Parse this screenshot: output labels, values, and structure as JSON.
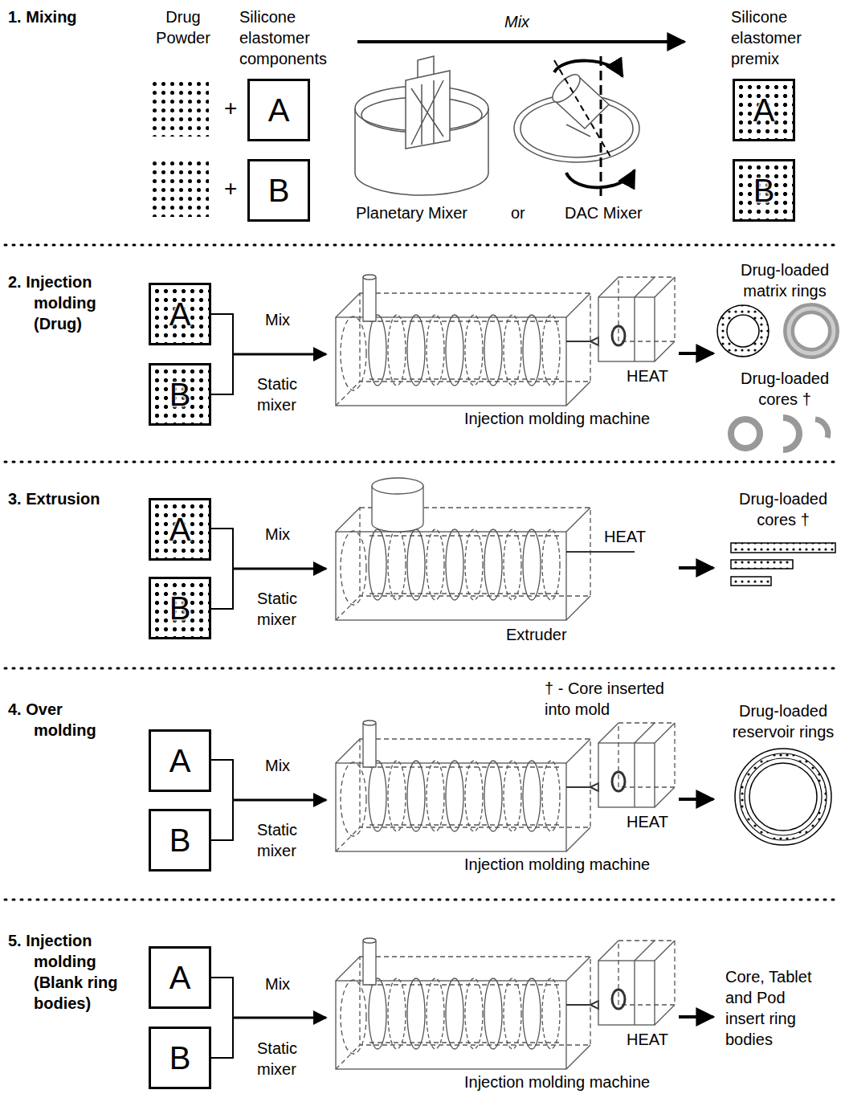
{
  "diagram": {
    "nodes": [
      {
        "text": [
          "A"
        ]
      },
      {
        "text": [
          "B"
        ]
      },
      {
        "text": [
          "A"
        ]
      },
      {
        "text": [
          "B"
        ]
      },
      {
        "text": [
          "A"
        ]
      },
      {
        "text": [
          "B"
        ]
      },
      {
        "text": [
          "A"
        ]
      },
      {
        "text": [
          "B"
        ]
      },
      {
        "text": [
          "A"
        ]
      },
      {
        "text": [
          "B"
        ]
      },
      {
        "text": [
          "A"
        ]
      },
      {
        "text": [
          "B"
        ]
      }
    ],
    "labels": [
      "1. Mixing",
      "Drug Powder",
      "Silicone elastomer components",
      "Mix",
      "Silicone elastomer premix",
      "+",
      "+",
      "Planetary Mixer",
      "or",
      "DAC Mixer",
      "2. Injection molding (Drug)",
      "Mix",
      "Static mixer",
      "HEAT",
      "Injection molding machine",
      "Drug-loaded matrix rings",
      "Drug-loaded cores †",
      "3. Extrusion",
      "Mix",
      "Static mixer",
      "HEAT",
      "Extruder",
      "Drug-loaded cores †",
      "4. Over molding",
      "† - Core inserted into mold",
      "Mix",
      "Static mixer",
      "HEAT",
      "Injection molding machine",
      "Drug-loaded reservoir rings",
      "5. Injection molding (Blank ring bodies)",
      "Mix",
      "Static mixer",
      "HEAT",
      "Injection molding machine",
      "Core, Tablet and Pod insert ring bodies"
    ]
  }
}
